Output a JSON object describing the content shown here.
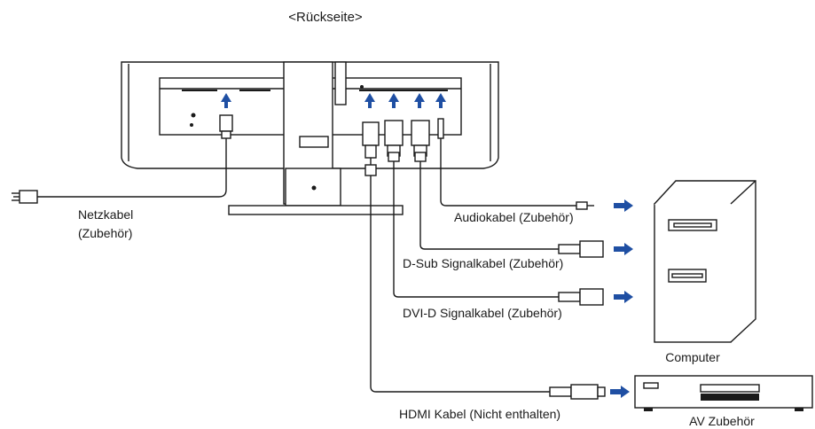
{
  "title": "<Rückseite>",
  "cables": {
    "power": {
      "label_line1": "Netzkabel",
      "label_line2": "(Zubehör)"
    },
    "audio": {
      "label": "Audiokabel (Zubehör)"
    },
    "dsub": {
      "label": "D-Sub Signalkabel (Zubehör)"
    },
    "dvi": {
      "label": "DVI-D Signalkabel (Zubehör)"
    },
    "hdmi": {
      "label": "HDMI Kabel (Nicht enthalten)"
    }
  },
  "devices": {
    "computer": {
      "label": "Computer"
    },
    "av": {
      "label": "AV Zubehör"
    }
  },
  "colors": {
    "arrow": "#1f4fa3",
    "line": "#1a1a1a"
  }
}
